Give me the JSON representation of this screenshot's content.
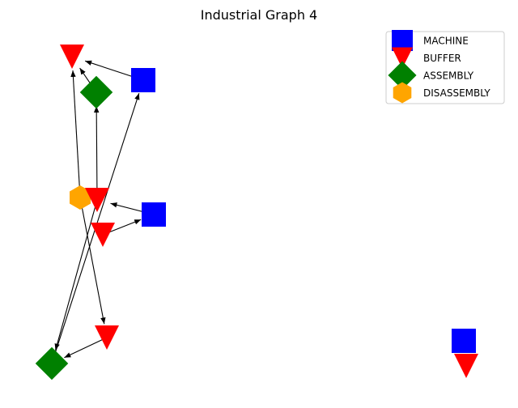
{
  "title": "Industrial Graph 4",
  "legend": [
    {
      "label": "MACHINE",
      "shape": "square",
      "color": "#0000ff"
    },
    {
      "label": "BUFFER",
      "shape": "triangle-down",
      "color": "#ff0000"
    },
    {
      "label": "ASSEMBLY",
      "shape": "diamond",
      "color": "#008000"
    },
    {
      "label": "DISASSEMBLY",
      "shape": "hexagon",
      "color": "#ffa500"
    }
  ],
  "nodes": [
    {
      "id": "buffer-top",
      "type": "BUFFER"
    },
    {
      "id": "machine-top",
      "type": "MACHINE"
    },
    {
      "id": "assembly-top",
      "type": "ASSEMBLY"
    },
    {
      "id": "disassembly-mid",
      "type": "DISASSEMBLY"
    },
    {
      "id": "buffer-mid",
      "type": "BUFFER"
    },
    {
      "id": "machine-mid",
      "type": "MACHINE"
    },
    {
      "id": "buffer-low",
      "type": "BUFFER"
    },
    {
      "id": "buffer-bottom",
      "type": "BUFFER"
    },
    {
      "id": "assembly-bottom",
      "type": "ASSEMBLY"
    },
    {
      "id": "machine-right",
      "type": "MACHINE"
    },
    {
      "id": "buffer-right",
      "type": "BUFFER"
    }
  ],
  "edges": [
    {
      "from": "machine-top",
      "to": "buffer-top"
    },
    {
      "from": "assembly-top",
      "to": "buffer-top"
    },
    {
      "from": "disassembly-mid",
      "to": "buffer-top"
    },
    {
      "from": "buffer-mid",
      "to": "assembly-top"
    },
    {
      "from": "buffer-mid",
      "to": "assembly-bottom"
    },
    {
      "from": "disassembly-mid",
      "to": "buffer-bottom"
    },
    {
      "from": "assembly-bottom",
      "to": "machine-top"
    },
    {
      "from": "machine-mid",
      "to": "buffer-mid"
    },
    {
      "from": "buffer-low",
      "to": "machine-mid"
    },
    {
      "from": "buffer-bottom",
      "to": "assembly-bottom"
    },
    {
      "from": "machine-right",
      "to": "buffer-right"
    }
  ]
}
